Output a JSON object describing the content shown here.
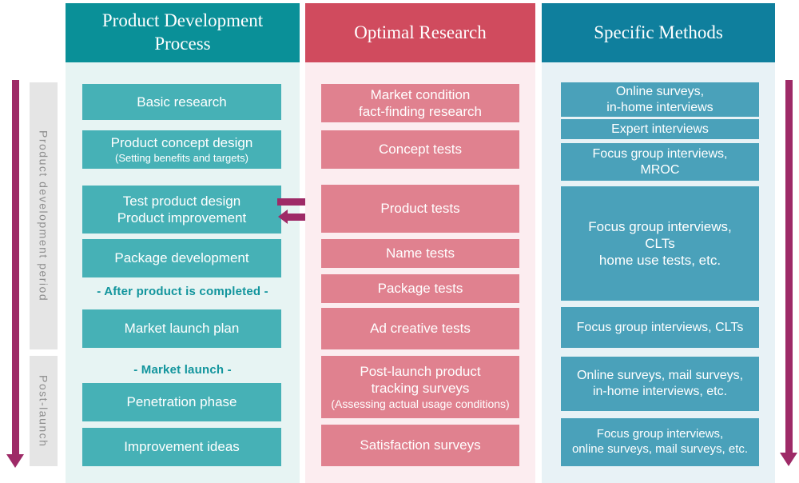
{
  "palette": {
    "teal_header": "#0a9098",
    "teal_box": "#46b1b6",
    "teal_bg": "#e7f4f3",
    "red_header": "#d04b5e",
    "pink_box": "#e0818f",
    "pink_bg": "#fcedf0",
    "blue_header": "#0f7f9d",
    "blue_box": "#4aa1ba",
    "blue_bg": "#e8f2f6",
    "arrow": "#9e2a67",
    "sidebar_bg": "#e5e5e5",
    "sidebar_text": "#8e8e8e",
    "note_text": "#12959d",
    "box_text": "#ffffff"
  },
  "sidebar": {
    "product_dev_label": "Product development period",
    "post_launch_label": "Post-launch"
  },
  "process_column": {
    "header": "Product Development\nProcess",
    "boxes": {
      "basic_research": "Basic research",
      "concept_design": "Product concept design",
      "concept_design_sub": "(Setting benefits and targets)",
      "test_product": "Test product design\nProduct improvement",
      "package_development": "Package development",
      "market_launch_plan": "Market launch plan",
      "penetration_phase": "Penetration phase",
      "improvement_ideas": "Improvement ideas"
    },
    "notes": {
      "after_completed": "- After product is completed -",
      "market_launch": "- Market launch -"
    }
  },
  "research_column": {
    "header": "Optimal Research",
    "boxes": {
      "market_condition": "Market condition\nfact-finding research",
      "concept_tests": "Concept tests",
      "product_tests": "Product tests",
      "name_tests": "Name tests",
      "package_tests": "Package tests",
      "ad_creative_tests": "Ad creative tests",
      "tracking_surveys": "Post-launch product\ntracking surveys",
      "tracking_surveys_sub": "(Assessing actual usage conditions)",
      "satisfaction_surveys": "Satisfaction surveys"
    }
  },
  "methods_column": {
    "header": "Specific Methods",
    "boxes": {
      "online_inhome": "Online surveys,\nin-home interviews",
      "expert_interviews": "Expert interviews",
      "fgi_mroc": "Focus group interviews,\nMROC",
      "fgi_clt_hut": "Focus group interviews,\nCLTs\nhome use tests, etc.",
      "fgi_clt": "Focus group interviews, CLTs",
      "online_mail_inhome": "Online surveys, mail surveys,\nin-home interviews, etc.",
      "fgi_online_mail": "Focus group interviews,\nonline surveys, mail surveys, etc."
    }
  }
}
